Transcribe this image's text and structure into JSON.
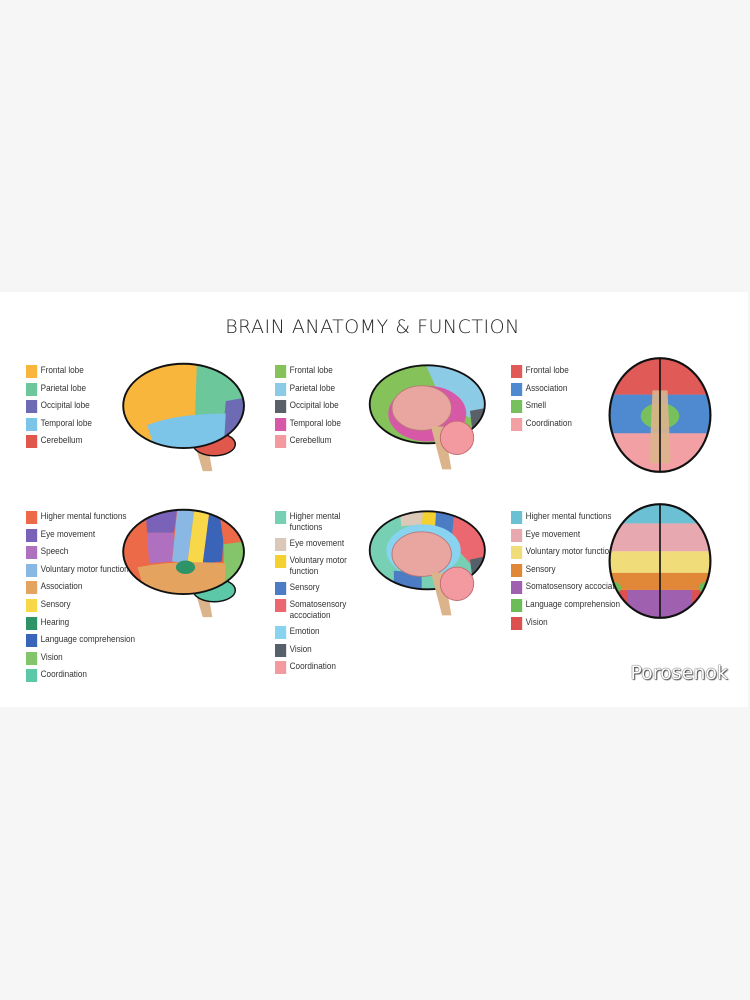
{
  "title": "BRAIN ANATOMY & FUNCTION",
  "watermark": "Porosenok",
  "legends": [
    {
      "items": [
        {
          "label": "Frontal lobe",
          "color": "#f8b63c"
        },
        {
          "label": "Parietal lobe",
          "color": "#6cc79a"
        },
        {
          "label": "Occipital lobe",
          "color": "#6e6bb5"
        },
        {
          "label": "Temporal lobe",
          "color": "#7cc4e8"
        },
        {
          "label": "Cerebellum",
          "color": "#e0584c"
        }
      ]
    },
    {
      "items": [
        {
          "label": "Frontal lobe",
          "color": "#86c25a"
        },
        {
          "label": "Parietal lobe",
          "color": "#8ccbe6"
        },
        {
          "label": "Occipital lobe",
          "color": "#5a6068"
        },
        {
          "label": "Temporal lobe",
          "color": "#d858a8"
        },
        {
          "label": "Cerebellum",
          "color": "#f29aa0"
        }
      ]
    },
    {
      "items": [
        {
          "label": "Frontal lobe",
          "color": "#e05a58"
        },
        {
          "label": "Association",
          "color": "#4f8ad0"
        },
        {
          "label": "Smell",
          "color": "#78c05e"
        },
        {
          "label": "Coordination",
          "color": "#f2a0a4"
        }
      ]
    },
    {
      "items": [
        {
          "label": "Higher mental functions",
          "color": "#ec6a48"
        },
        {
          "label": "Eye movement",
          "color": "#7a62b8"
        },
        {
          "label": "Speech",
          "color": "#b070c0"
        },
        {
          "label": "Voluntary motor function",
          "color": "#8ab8e4"
        },
        {
          "label": "Association",
          "color": "#e4a460"
        },
        {
          "label": "Sensory",
          "color": "#f8d848"
        },
        {
          "label": "Hearing",
          "color": "#2e9468"
        },
        {
          "label": "Language comprehension",
          "color": "#3a64b8"
        },
        {
          "label": "Vision",
          "color": "#84c46a"
        },
        {
          "label": "Coordination",
          "color": "#5cc8a8"
        }
      ]
    },
    {
      "items": [
        {
          "label": "Higher mental functions",
          "color": "#78d0b4"
        },
        {
          "label": "Eye movement",
          "color": "#dcc8b8"
        },
        {
          "label": "Voluntary motor function",
          "color": "#f4d030"
        },
        {
          "label": "Sensory",
          "color": "#4c7cc4"
        },
        {
          "label": "Somatosensory accociation",
          "color": "#ec6870"
        },
        {
          "label": "Emotion",
          "color": "#88d4f0"
        },
        {
          "label": "Vision",
          "color": "#56606a"
        },
        {
          "label": "Coordination",
          "color": "#f29aa0"
        }
      ]
    },
    {
      "items": [
        {
          "label": "Higher mental functions",
          "color": "#6cc0d4"
        },
        {
          "label": "Eye movement",
          "color": "#e8a8b0"
        },
        {
          "label": "Voluntary motor function",
          "color": "#f0dc78"
        },
        {
          "label": "Sensory",
          "color": "#e08838"
        },
        {
          "label": "Somatosensory accociation",
          "color": "#a060b0"
        },
        {
          "label": "Language comprehension",
          "color": "#6cbc58"
        },
        {
          "label": "Vision",
          "color": "#dc5050"
        }
      ]
    }
  ],
  "colors": {
    "stem": "#dcb48c",
    "inner": "#e9a6a0",
    "outline": "#111111"
  }
}
